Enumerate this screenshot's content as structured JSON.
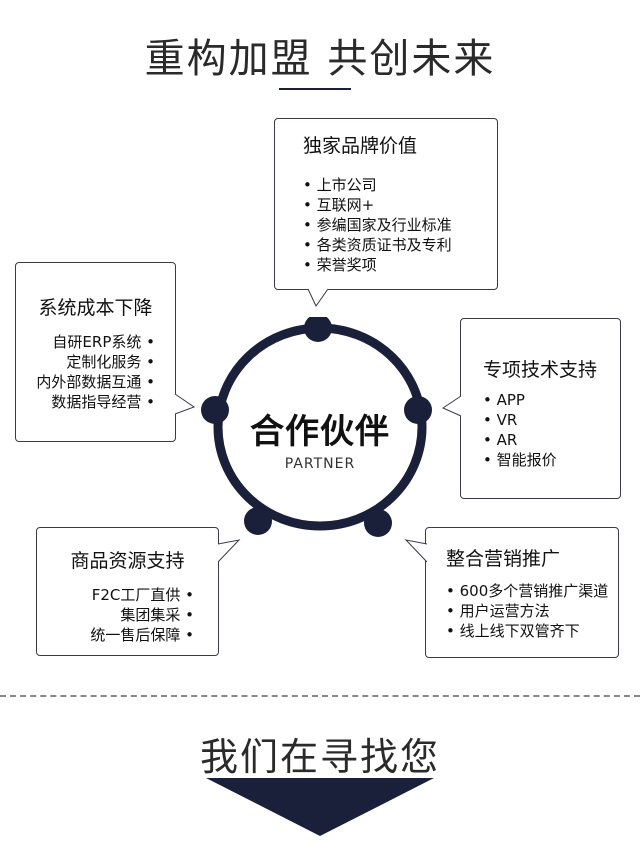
{
  "header": {
    "title": "重构加盟 共创未来"
  },
  "center": {
    "title": "合作伙伴",
    "subtitle": "PARTNER"
  },
  "cards": {
    "brand": {
      "title": "独家品牌价值",
      "items": [
        "上市公司",
        "互联网+",
        "参编国家及行业标准",
        "各类资质证书及专利",
        "荣誉奖项"
      ]
    },
    "cost": {
      "title": "系统成本下降",
      "items": [
        "自研ERP系统",
        "定制化服务",
        "内外部数据互通",
        "数据指导经营"
      ]
    },
    "tech": {
      "title": "专项技术支持",
      "items": [
        "APP",
        "VR",
        "AR",
        "智能报价"
      ]
    },
    "goods": {
      "title": "商品资源支持",
      "items": [
        "F2C工厂直供",
        "集团集采",
        "统一售后保障"
      ]
    },
    "marketing": {
      "title": "整合营销推广",
      "items": [
        "600多个营销推广渠道",
        "用户运营方法",
        "线上线下双管齐下"
      ]
    }
  },
  "footer": {
    "title": "我们在寻找您"
  },
  "colors": {
    "navy": "#1a1f3a",
    "border": "#3a3a4a"
  }
}
